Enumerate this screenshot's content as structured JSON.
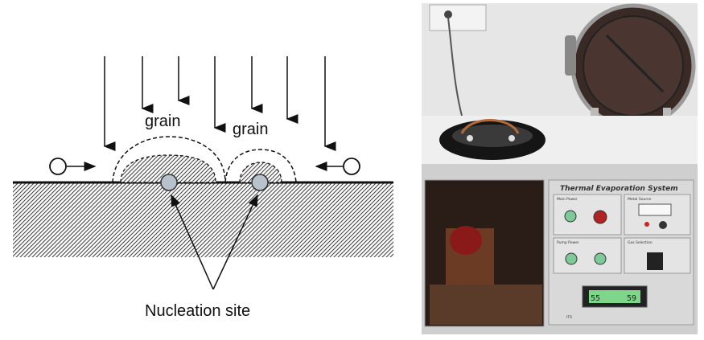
{
  "diagram": {
    "grain_label_left": "grain",
    "grain_label_right": "grain",
    "nucleation_label": "Nucleation site"
  },
  "photo": {
    "panel_title": "Thermal Evaporation System",
    "section_main_power": "Main Power",
    "section_metal_source": "Metal Source",
    "section_pump_power": "Pump Power",
    "section_gas_selection": "Gas Selection",
    "display_left": "55",
    "display_right": "59",
    "brand": "ITS",
    "colors": {
      "display_green": "#7fd68a",
      "panel_grey": "#d9d9d9",
      "cabinet_brown": "#5a3a28"
    }
  }
}
